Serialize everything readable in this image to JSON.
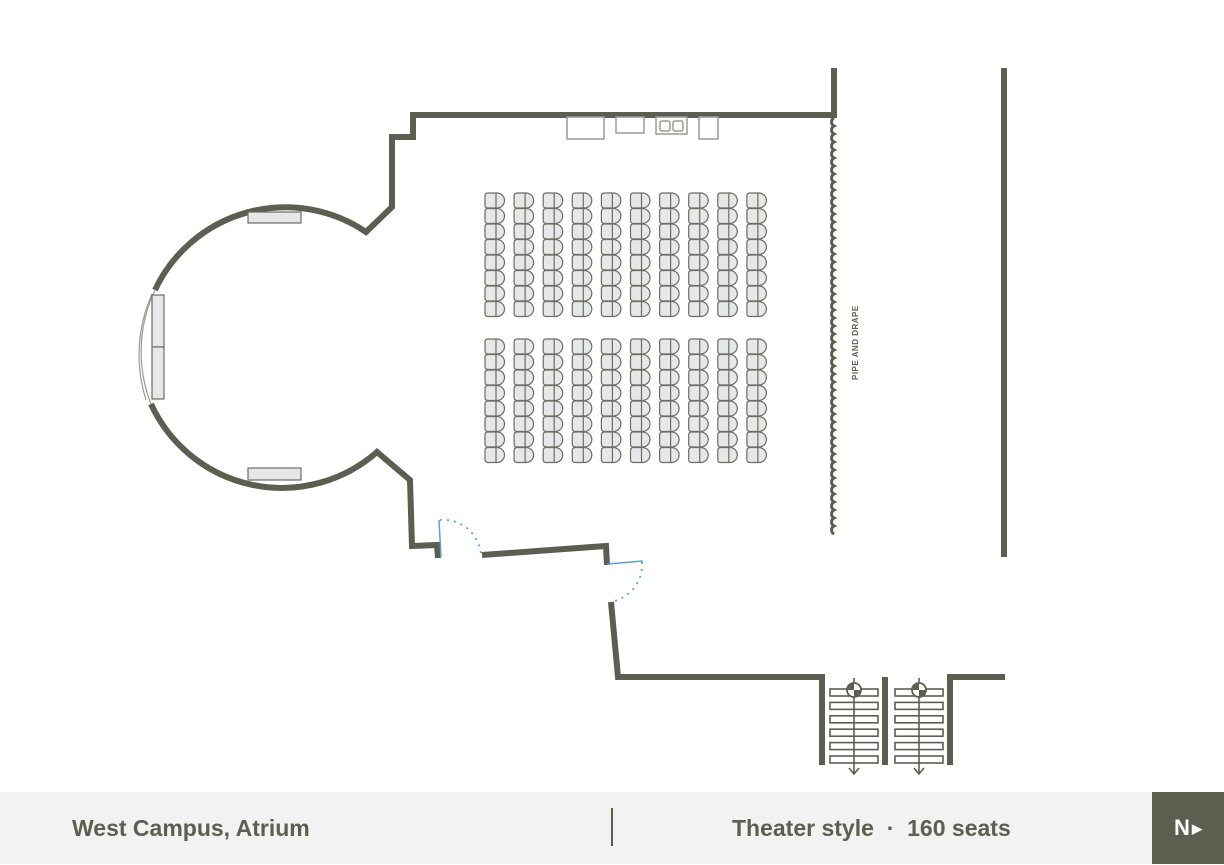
{
  "plan": {
    "drape_label": "PIPE AND DRAPE",
    "seating": {
      "blocks": 2,
      "columns": 10,
      "rows_per_block": 8
    },
    "colors": {
      "wall": "#5c5f50",
      "door": "#5aa0d8",
      "chair_fill": "#e6e7e8"
    }
  },
  "footer": {
    "venue": "West Campus, Atrium",
    "setup": "Theater style",
    "separator": "·",
    "seats": "160 seats",
    "north_label": "N",
    "north_arrow": "▶"
  }
}
